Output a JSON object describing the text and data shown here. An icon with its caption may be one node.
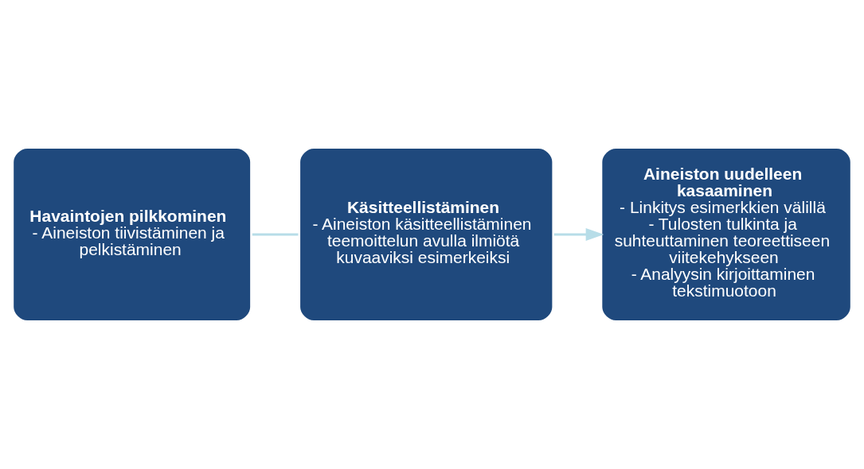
{
  "diagram": {
    "nodes": [
      {
        "text": [
          "Havaintojen pilkkominen",
          "- Aineiston tiivistäminen ja pelkistäminen"
        ]
      },
      {
        "text": [
          "Käsitteellistäminen",
          "- Aineiston käsitteellistäminen teemoittelun avulla ilmiötä kuvaaviksi esimerkeiksi"
        ]
      },
      {
        "text": [
          "Aineiston uudelleen kasaaminen",
          "- Linkitys esimerkkien välillä",
          "- Tulosten tulkinta ja suhteuttaminen teoreettiseen viitekehykseen",
          "- Analyysin kirjoittaminen tekstimuotoon"
        ]
      }
    ],
    "edges": [
      {
        "from": 0,
        "to": 1,
        "arrow": "none"
      },
      {
        "from": 1,
        "to": 2,
        "arrow": "to"
      }
    ]
  }
}
